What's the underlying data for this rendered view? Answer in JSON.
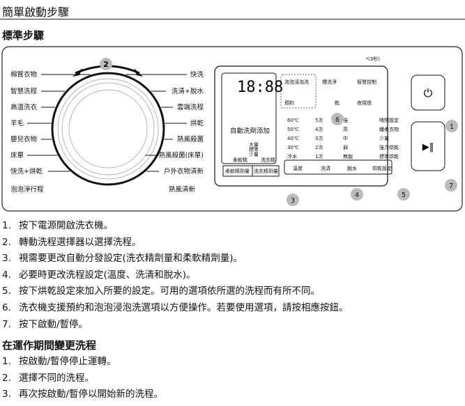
{
  "title": "簡單啟動步驟",
  "section1": "標準步驟",
  "diagram": {
    "left_programs": [
      "棉質衣物",
      "智慧洗程",
      "高溫洗衣",
      "羊毛",
      "嬰兒衣物",
      "床單",
      "快洗+烘乾"
    ],
    "right_programs": [
      "快洗",
      "洗清+脫水",
      "雲端洗程",
      "烘乾",
      "熱風殺菌",
      "熱風殺菌(床單)",
      "戶外衣物清新"
    ],
    "bubble_wash": "泡泡淨行程",
    "hot_air_refresh": "熱風清新",
    "display_time": "18:88",
    "auto_dispense": "自動洗劑添加",
    "softener_label": "柔軟精",
    "detergent_label": "洗衣精",
    "amounts": [
      "大量",
      "標準",
      "少量"
    ],
    "options_top": [
      "泡泡浸泡洗",
      "槽洗淨",
      "智慧控制",
      "預約",
      "乾",
      "夜視燈"
    ],
    "temps": [
      "60℃",
      "50℃",
      "40℃",
      "30℃",
      "冷水"
    ],
    "rinses": [
      "5次",
      "4次",
      "3次",
      "2次",
      "1次"
    ],
    "spins": [
      "強",
      "高",
      "中",
      "弱",
      "無脫"
    ],
    "dry": [
      "時間設定",
      "纖柔衣物",
      "少量",
      "強力烘乾",
      "標準烘乾"
    ],
    "buttons": [
      "柔軟精劑量",
      "洗衣精劑量",
      "溫度",
      "洗清",
      "脫水",
      "烘乾設定"
    ],
    "hold_note": "*(3秒)",
    "callouts": [
      "1",
      "2",
      "3",
      "4",
      "5",
      "6",
      "7"
    ]
  },
  "steps": [
    "按下電源開啟洗衣機。",
    "轉動洗程選擇器以選擇洗程。",
    "視需要更改自動分發設定(洗衣精劑量和柔軟精劑量)。",
    "必要時更改洗程設定(溫度、洗清和脫水)。",
    "按下烘乾設定來加入所要的設定。可用的選項依所選的洗程而有所不同。",
    "洗衣機支援預約和泡泡浸泡洗選項以方便操作。若要使用選項，請按相應按鈕。",
    "按下啟動/暫停。"
  ],
  "section2": "在運作期間變更洗程",
  "steps2": [
    "按啟動/暫停停止運轉。",
    "選擇不同的洗程。",
    "再次按啟動/暫停以開始新的洗程。"
  ],
  "numbers": [
    "1.",
    "2.",
    "3.",
    "4.",
    "5.",
    "6.",
    "7."
  ]
}
